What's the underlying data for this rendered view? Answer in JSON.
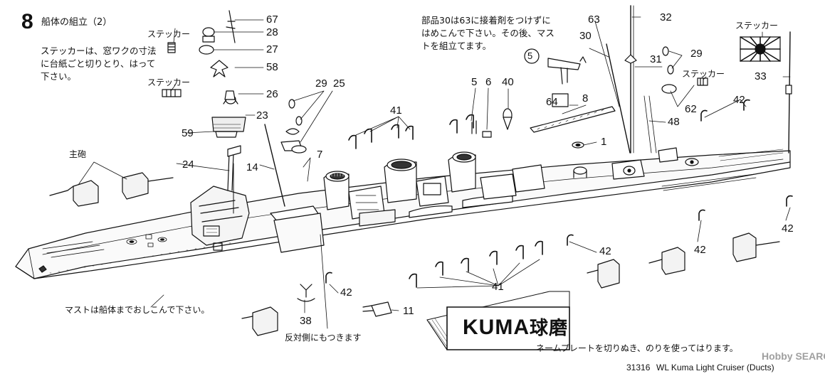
{
  "step": {
    "number": "8",
    "title": "船体の組立（2）"
  },
  "notes": {
    "sticker_cut": [
      "ステッカーは、窓ワクの寸法",
      "に台紙ごと切りとり、はって",
      "下さい。"
    ],
    "mast_glue": [
      "部品30は63に接着剤をつけずに",
      "はめこんで下さい。その後、マス",
      "トを組立てます。"
    ],
    "mast_insert": "マストは船体までおしこんで下さい。",
    "opposite_side": "反対側にもつきます",
    "nameplate": "ネームプレートを切りぬき、のりを使ってはります。"
  },
  "labels": {
    "sticker": "ステッカー",
    "main_gun": "主砲",
    "circle_5": "5"
  },
  "parts": {
    "p67": "67",
    "p28": "28",
    "p27": "27",
    "p58": "58",
    "p26": "26",
    "p23": "23",
    "p59": "59",
    "p24": "24",
    "p14": "14",
    "p29a": "29",
    "p25": "25",
    "p7": "7",
    "p41a": "41",
    "p5": "5",
    "p6": "6",
    "p40": "40",
    "p64": "64",
    "p8": "8",
    "p1": "1",
    "p63": "63",
    "p32": "32",
    "p30": "30",
    "p29b": "29",
    "p31": "31",
    "p62": "62",
    "p48": "48",
    "p33": "33",
    "p42a": "42",
    "p42b": "42",
    "p42c": "42",
    "p42d": "42",
    "p42e": "42",
    "p41b": "41",
    "p38": "38",
    "p11": "11"
  },
  "nameplate": {
    "latin": "KUMA",
    "kanji": "球磨"
  },
  "footer": {
    "code": "31316",
    "text": "WL Kuma Light Cruiser (Ducts)",
    "watermark": "Hobby SEARCH"
  }
}
